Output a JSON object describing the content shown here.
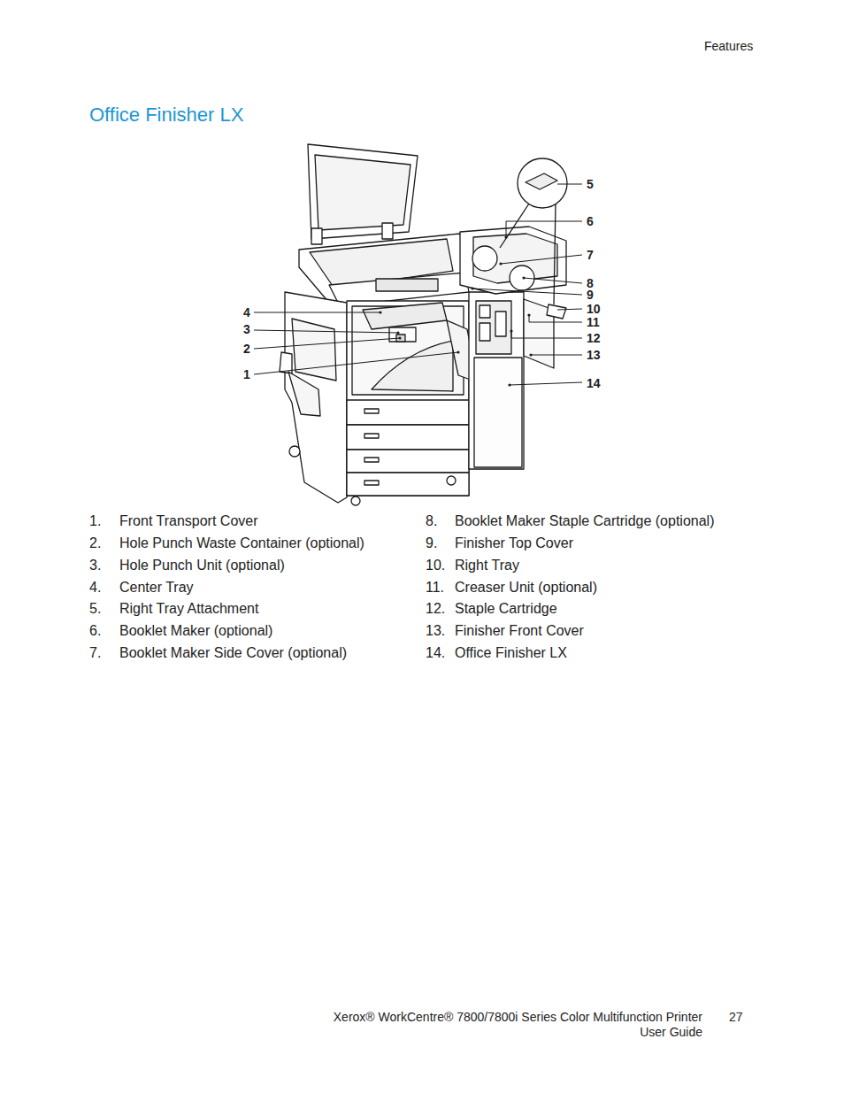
{
  "diagram": {
    "title": "Office Finisher LX",
    "labels": [
      "Features",
      "1",
      "2",
      "3",
      "4",
      "5",
      "6",
      "7",
      "8",
      "9",
      "10",
      "11",
      "12",
      "13",
      "14",
      "1.",
      "Front Transport Cover",
      "2.",
      "Hole Punch Waste Container (optional)",
      "3.",
      "Hole Punch Unit (optional)",
      "4.",
      "Center Tray",
      "5.",
      "Right Tray Attachment",
      "6.",
      "Booklet Maker (optional)",
      "7.",
      "Booklet Maker Side Cover (optional)",
      "8.",
      "Booklet Maker Staple Cartridge (optional)",
      "9.",
      "Finisher Top Cover",
      "10.",
      "Right Tray",
      "11.",
      "Creaser Unit (optional)",
      "12.",
      "Staple Cartridge",
      "13.",
      "Finisher Front Cover",
      "14.",
      "Office Finisher LX",
      "Xerox® WorkCentre® 7800/7800i Series Color Multifunction Printer",
      "User Guide",
      "27"
    ]
  }
}
